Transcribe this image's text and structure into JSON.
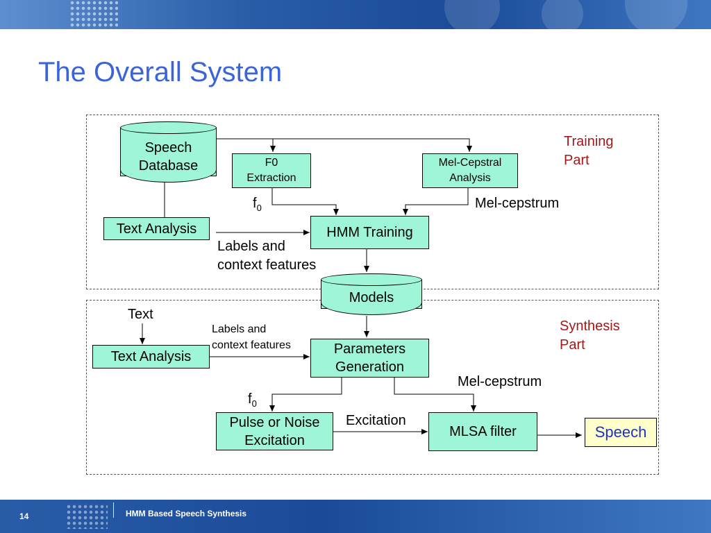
{
  "slide": {
    "title": "The Overall System",
    "page_number": "14",
    "footer_title": "HMM Based Speech Synthesis"
  },
  "training": {
    "panel_label": [
      "Training",
      "Part"
    ],
    "speech_database": [
      "Speech",
      "Database"
    ],
    "f0_extraction": [
      "F0",
      "Extraction"
    ],
    "mel_cepstral_analysis": [
      "Mel-Cepstral",
      "Analysis"
    ],
    "text_analysis": "Text Analysis",
    "hmm_training": "HMM Training",
    "f0_label": "f",
    "f0_subscript": "0",
    "mel_cepstrum_label": "Mel-cepstrum",
    "labels_context": [
      "Labels and",
      "context features"
    ]
  },
  "models": "Models",
  "synthesis": {
    "panel_label": [
      "Synthesis",
      "Part"
    ],
    "text_input": "Text",
    "text_analysis": "Text Analysis",
    "labels_context": [
      "Labels and",
      "context features"
    ],
    "parameters_generation": [
      "Parameters",
      "Generation"
    ],
    "f0_label": "f",
    "f0_subscript": "0",
    "mel_cepstrum_label": "Mel-cepstrum",
    "pulse_noise": [
      "Pulse or Noise",
      "Excitation"
    ],
    "excitation_label": "Excitation",
    "mlsa_filter": "MLSA filter",
    "speech_output": "Speech"
  },
  "colors": {
    "title": "#3a64d8",
    "box_fill": "#9ff5d8",
    "panel_label": "#a31818",
    "speech_text": "#1c32c8",
    "speech_fill": "#ffffcc",
    "header_footer": "#1a4a98"
  }
}
